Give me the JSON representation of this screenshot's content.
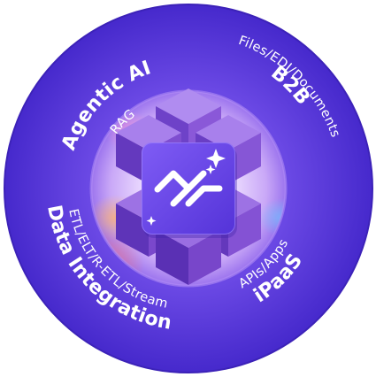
{
  "ring": {
    "agentic_ai": {
      "title": "Agentic AI",
      "subtitle": "RAG"
    },
    "b2b": {
      "title": "B2B",
      "subtitle": "Files/EDI/Documents"
    },
    "data_integration": {
      "title": "Data Integration",
      "subtitle": "ETL/ELT/R-ETL/Stream"
    },
    "ipaas": {
      "title": "iPaaS",
      "subtitle": "APIs/Apps"
    }
  },
  "colors": {
    "ring_outer": "#4a2fd0",
    "ring_inner": "#7a55ea",
    "core_glow": "#e9d9ff",
    "cube_top": "#a07be8",
    "cube_left": "#6a3fc4",
    "cube_right": "#8656d6",
    "logo_tile": "#6a45e8",
    "text": "#ffffff"
  },
  "icons": {
    "center": "flow-logo-icon",
    "accent": "sparkle-icon"
  }
}
